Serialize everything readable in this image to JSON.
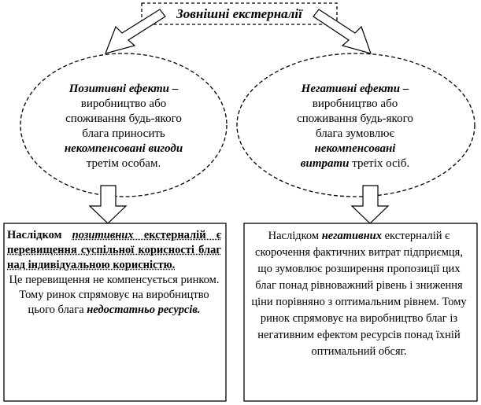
{
  "title": "Зовнішні екстерналії",
  "positive": {
    "term": "Позитивні ефекти –",
    "line1": "виробництво  або",
    "line2": "споживання  будь-якого",
    "line3": "блага приносить",
    "highlight": "некомпенсовані вигоди",
    "line5": "третім особам."
  },
  "negative": {
    "term": "Негативні ефекти –",
    "line1": "виробництво  або",
    "line2": "споживання  будь-якого",
    "line3": "блага зумовлює",
    "highlight_a": "некомпенсовані",
    "highlight_b": "витрати",
    "line5_rest": " третіх осіб."
  },
  "positive_box": {
    "p1_a": "Наслідком ",
    "p1_b": "позитивних",
    "p1_c": " екстерналій є перевищення  суспільної корисності благ над індивідуальною корисністю.",
    "p2_a": "Це перевищення  не компенсується ринком. Тому ринок спрямовує на виробництво  цього блага ",
    "p2_b": "недостатньо ресурсів."
  },
  "negative_box": {
    "a": "Наслідком ",
    "b": "негативних",
    "c": " екстерналій  є скорочення фактичних  витрат підприємця,  що зумовлює розширення  пропозиції  цих благ понад рівноважний  рівень і зниження ціни  порівняно  з оптимальним рівнем. Тому ринок спрямовує на виробництво  благ із негативним ефектом ресурсів понад  їхній оптимальний  обсяг."
  }
}
